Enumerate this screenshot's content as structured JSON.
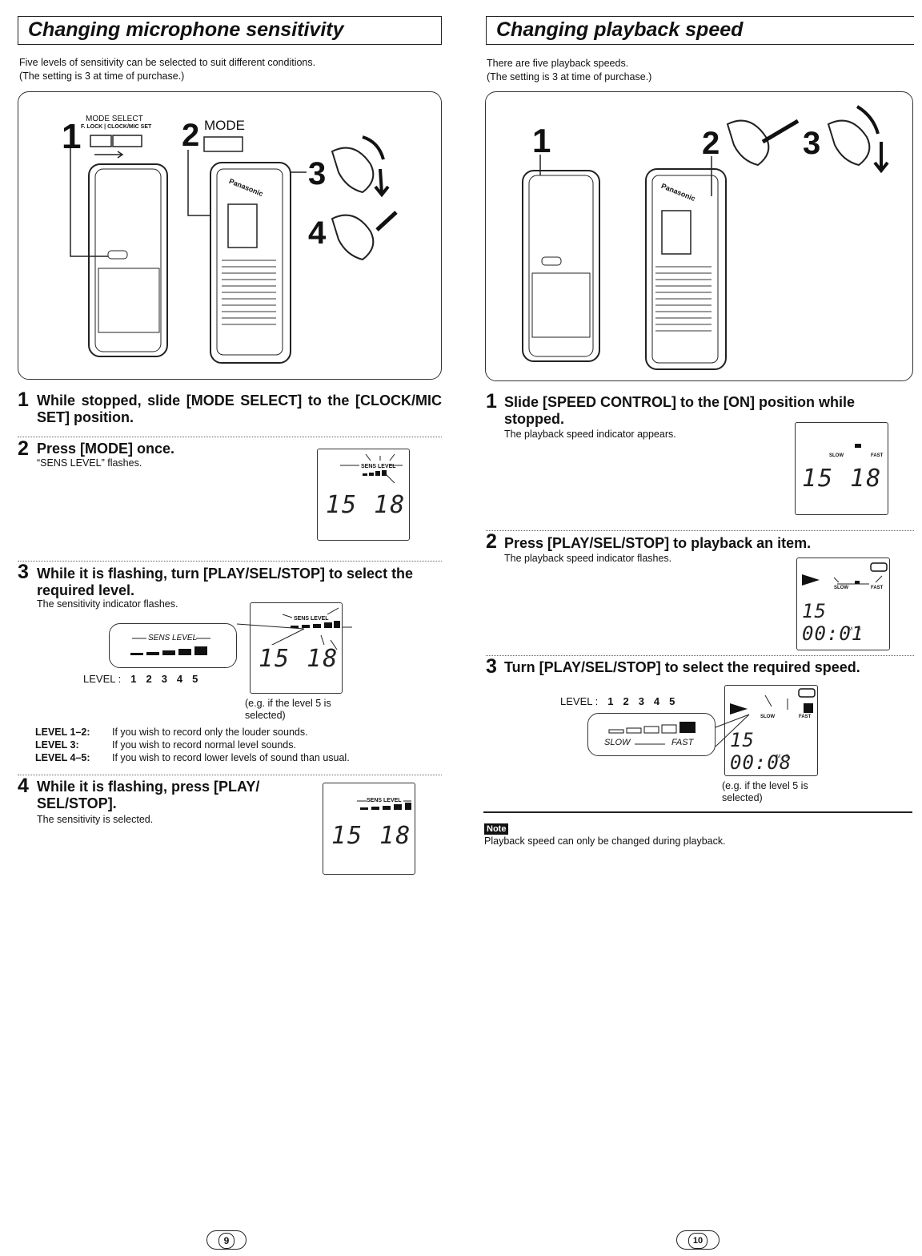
{
  "left": {
    "title": "Changing microphone sensitivity",
    "intro": [
      "Five levels of sensitivity can be selected to suit different conditions.",
      "(The setting is 3 at time of purchase.)"
    ],
    "illus": {
      "mode_select_label": "MODE SELECT",
      "switch_labels": "F. LOCK | CLOCK/MIC SET",
      "mode_label": "MODE",
      "brand": "Panasonic",
      "callouts": [
        "1",
        "2",
        "3",
        "4"
      ]
    },
    "steps": [
      {
        "num": "1",
        "head": "While stopped, slide [MODE SELECT] to the [CLOCK/MIC SET] position.",
        "sub": ""
      },
      {
        "num": "2",
        "head": "Press [MODE] once.",
        "sub": "“SENS LEVEL” flashes."
      },
      {
        "num": "3",
        "head": "While it is flashing, turn [PLAY/SEL/STOP] to select the required level.",
        "sub": "The sensitivity indicator flashes."
      },
      {
        "num": "4",
        "head": "While it is flashing, press [PLAY/ SEL/STOP].",
        "sub": "The sensitivity is selected."
      }
    ],
    "lcd_label": "SENS LEVEL",
    "lcd_digits": "15 18",
    "zoom_label": "SENS LEVEL",
    "level_label": "LEVEL :",
    "level_nums": [
      "1",
      "2",
      "3",
      "4",
      "5"
    ],
    "example": [
      "(e.g. if the level 5 is",
      "selected)"
    ],
    "level_table": [
      {
        "k": "LEVEL 1–2:",
        "v": "If you wish to record only the louder sounds."
      },
      {
        "k": "LEVEL 3:",
        "v": "If you wish to record normal level sounds."
      },
      {
        "k": "LEVEL 4–5:",
        "v": "If you wish to record lower levels of sound than usual."
      }
    ],
    "page_num": "9"
  },
  "right": {
    "title": "Changing playback speed",
    "intro": [
      "There are five playback speeds.",
      "(The setting is 3 at time of purchase.)"
    ],
    "illus": {
      "brand": "Panasonic",
      "callouts": [
        "1",
        "2",
        "3"
      ]
    },
    "steps": [
      {
        "num": "1",
        "head": "Slide [SPEED CONTROL] to the [ON] position while stopped.",
        "sub": "The playback speed indicator appears."
      },
      {
        "num": "2",
        "head": "Press [PLAY/SEL/STOP] to playback an item.",
        "sub": "The playback speed indicator flashes."
      },
      {
        "num": "3",
        "head": "Turn [PLAY/SEL/STOP] to select the required speed.",
        "sub": ""
      }
    ],
    "slow": "SLOW",
    "fast": "FAST",
    "lcd1_digits": "15 18",
    "lcd2_digits": "15 00:01",
    "lcd3_digits": "15 00:08",
    "lcd_ms": "M    S",
    "level_label": "LEVEL :",
    "level_nums": [
      "1",
      "2",
      "3",
      "4",
      "5"
    ],
    "example": [
      "(e.g. if the level 5 is",
      "selected)"
    ],
    "note_label": "Note",
    "note_text": "Playback speed can only be changed during playback.",
    "page_num": "10"
  }
}
